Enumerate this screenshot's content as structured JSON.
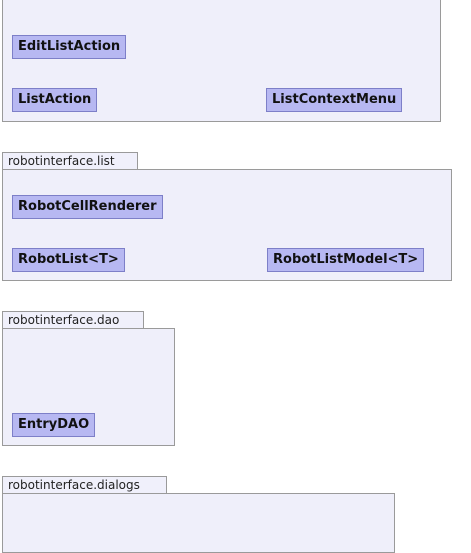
{
  "packages": [
    {
      "name": "",
      "classes": [
        "EditListAction",
        "ListAction",
        "ListContextMenu"
      ]
    },
    {
      "name": "robotinterface.list",
      "classes": [
        "RobotCellRenderer",
        "RobotList<T>",
        "RobotListModel<T>"
      ]
    },
    {
      "name": "robotinterface.dao",
      "classes": [
        "EntryDAO"
      ]
    },
    {
      "name": "robotinterface.dialogs",
      "classes": []
    }
  ],
  "colors": {
    "package_fill": "#efeffa",
    "package_border": "#9a9a9a",
    "class_fill": "#b7b8f2",
    "class_border": "#7d7fc8"
  }
}
